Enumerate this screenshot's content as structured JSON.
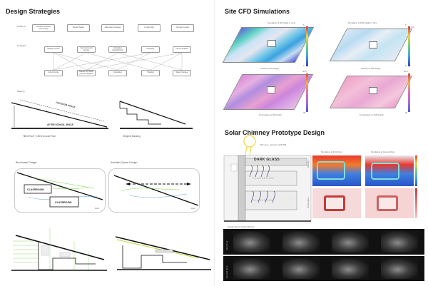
{
  "left": {
    "title": "Design Strategies",
    "problems_label": "Problems",
    "strategies_label": "Strategies",
    "problems": [
      "Outdoor Activities Community",
      "Natural Space",
      "Rainwater Passage",
      "Limited Site",
      "Climate Impacts"
    ],
    "strategies": [
      "Multiple Levels",
      "Interconnected Activity",
      "Ventilation Sunlight Flow",
      "Flexibility",
      "Green Shades"
    ],
    "outcomes": [
      "Activity Hubs",
      "Shared and Multi-purpose Spaces",
      "Ventilation",
      "Shading",
      "Water Storage"
    ],
    "massing": {
      "label": "Massing",
      "outdoor_space": "OUTDOOR SPACE",
      "after_school_space": "AFTER SCHOOL SPACE",
      "caption_left": "Tilted Roof + Lifted Ground Floor",
      "caption_right": "Stepped Massing"
    },
    "bioclimatic": {
      "label": "Bioclimatic Design",
      "classroom_1": "CLASSROOM",
      "classroom_2": "CLASSROOM",
      "roof_label": "Roof"
    },
    "activities": {
      "label": "Activities Space Design",
      "roof_label": "Roof"
    }
  },
  "right": {
    "cfd": {
      "title": "Site CFD Simulations",
      "sims": [
        {
          "caption_top": "Simulation at 2M height in June",
          "caption_bottom": "Velocity at 2M height",
          "unit": "m/s",
          "max": "5",
          "min": "0"
        },
        {
          "caption_top": "Simulation at 10M height in June",
          "caption_bottom": "Velocity at 10M height",
          "unit": "m/s",
          "max": "5",
          "min": "0"
        },
        {
          "caption_top": "",
          "caption_bottom": "Temperature at 2M height",
          "unit": "",
          "max": "36°C",
          "min": "26"
        },
        {
          "caption_top": "",
          "caption_bottom": "Temperature at 10M height",
          "unit": "",
          "max": "36°C",
          "min": "26"
        }
      ]
    },
    "chimney": {
      "title": "Solar Chimney Prototype Design",
      "sun_note": "16th June, Summer 12:00 PM",
      "dark_glass": "DARK GLASS",
      "classroom_upper": "CLASSROOM",
      "classroom_lower": "CLASSROOM",
      "sim_first_floor": "Simulation at First Floor",
      "sim_ground_floor": "Simulation at Ground Floor",
      "row_velocity": "Velocity",
      "row_temperature": "Temperature",
      "smoke_title": "Smoke Test for Solar Chimney",
      "smoke_row_1": "First Floor",
      "smoke_row_2": "Ground Floor"
    }
  },
  "colors": {
    "accent_green": "#7ad14a",
    "sun_yellow": "#f2d23a",
    "navy": "#2b2f6b"
  }
}
